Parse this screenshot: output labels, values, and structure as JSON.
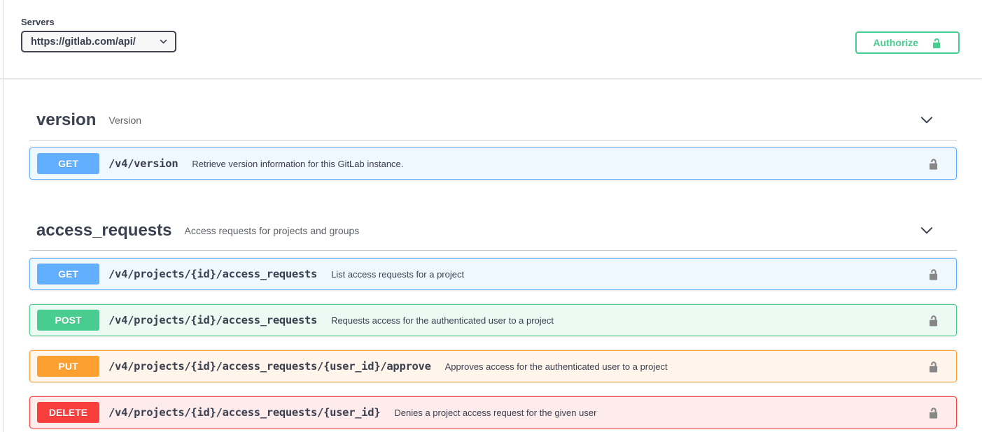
{
  "servers": {
    "label": "Servers",
    "selected": "https://gitlab.com/api/"
  },
  "authorize": {
    "label": "Authorize",
    "lock_state": "unlocked"
  },
  "colors": {
    "authorize_accent": "#49cc90",
    "heading_text": "#3b4151",
    "row_lock_gray": "#878787"
  },
  "method_colors": {
    "GET": "#61affe",
    "POST": "#49cc90",
    "PUT": "#fca130",
    "DELETE": "#f93e3e"
  },
  "sections": [
    {
      "name": "version",
      "description": "Version",
      "operations": [
        {
          "method": "GET",
          "path": "/v4/version",
          "summary": "Retrieve version information for this GitLab instance."
        }
      ]
    },
    {
      "name": "access_requests",
      "description": "Access requests for projects and groups",
      "operations": [
        {
          "method": "GET",
          "path": "/v4/projects/{id}/access_requests",
          "summary": "List access requests for a project"
        },
        {
          "method": "POST",
          "path": "/v4/projects/{id}/access_requests",
          "summary": "Requests access for the authenticated user to a project"
        },
        {
          "method": "PUT",
          "path": "/v4/projects/{id}/access_requests/{user_id}/approve",
          "summary": "Approves access for the authenticated user to a project"
        },
        {
          "method": "DELETE",
          "path": "/v4/projects/{id}/access_requests/{user_id}",
          "summary": "Denies a project access request for the given user"
        }
      ]
    }
  ]
}
